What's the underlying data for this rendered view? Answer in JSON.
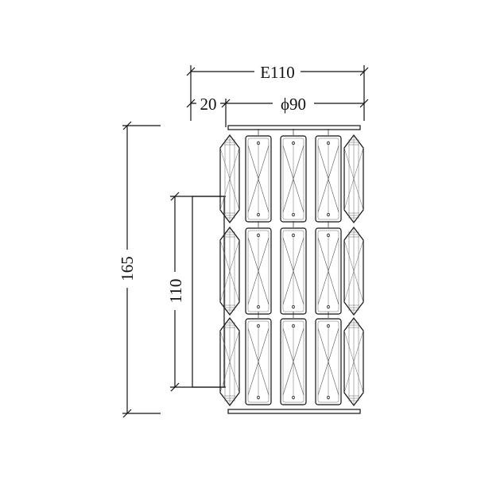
{
  "drawing": {
    "dimensions": {
      "overall_width": "E110",
      "wall_offset": "20",
      "diameter": "ϕ90",
      "overall_height": "165",
      "backplate_height": "110"
    },
    "tiers": 3,
    "panels_per_tier": 3
  }
}
